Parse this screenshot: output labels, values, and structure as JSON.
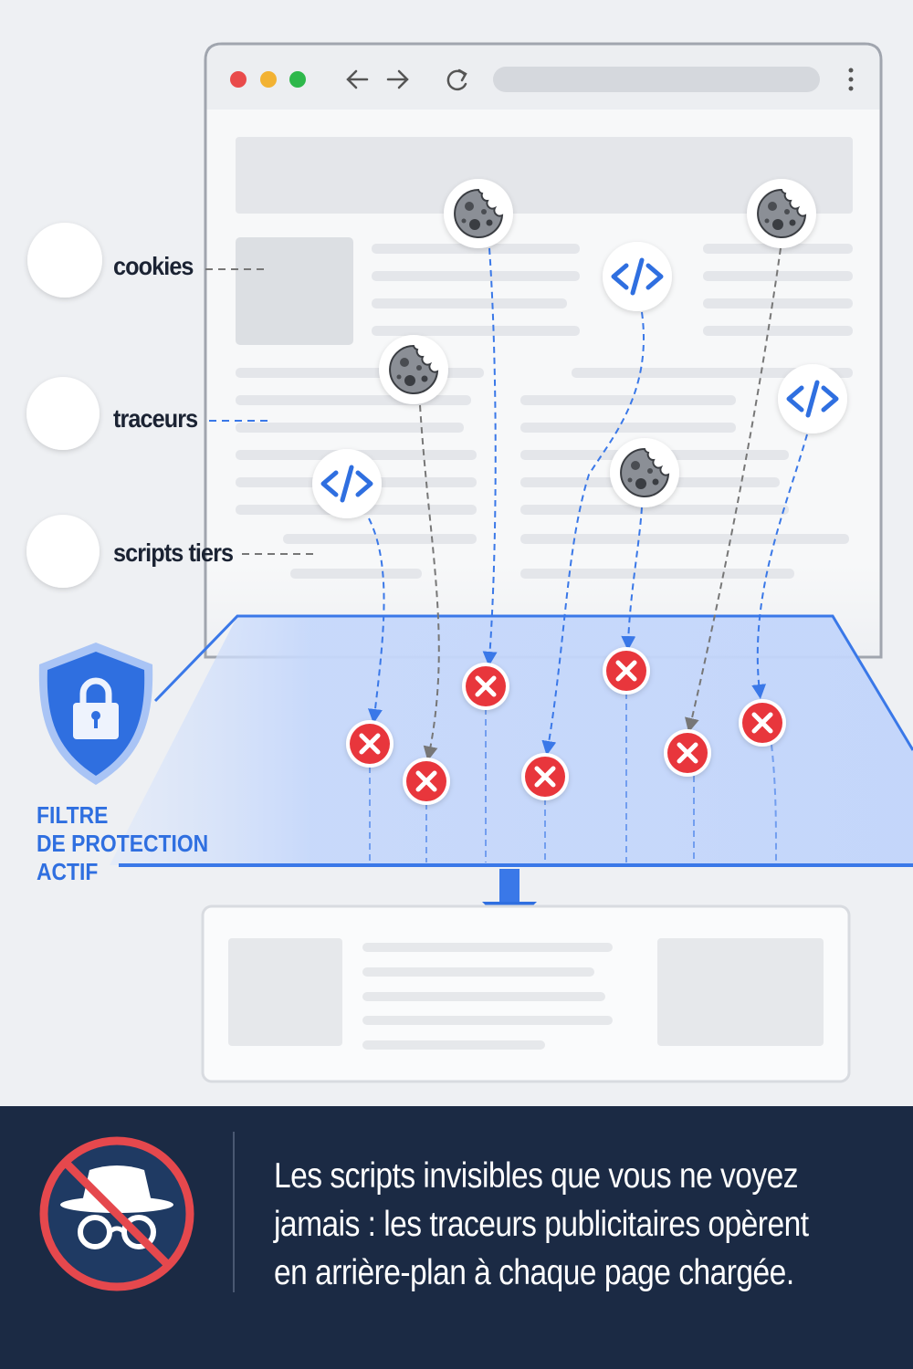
{
  "legend": [
    {
      "icon": "cookie-icon",
      "label": "cookies"
    },
    {
      "icon": "code-icon",
      "label": "traceurs"
    },
    {
      "icon": "code-icon",
      "label": "scripts tiers"
    }
  ],
  "filter": {
    "icon": "shield-lock-icon",
    "label_lines": [
      "FILTRE",
      "DE PROTECTION",
      "ACTIF"
    ]
  },
  "browser": {
    "controls": [
      "close",
      "minimize",
      "maximize"
    ],
    "nav_icons": [
      "back-arrow-icon",
      "forward-arrow-icon",
      "reload-icon",
      "kebab-menu-icon"
    ]
  },
  "caption": {
    "icon": "incognito-blocked-icon",
    "lines": [
      "Les scripts invisibles que vous ne voyez",
      "jamais : les traceurs publicitaires opèrent",
      "en arrière-plan à chaque page chargée."
    ]
  },
  "colors": {
    "accent": "#2f6fe0",
    "blocked": "#e8363c",
    "banner": "#1b2a44",
    "filter_fill": "#c9dafc"
  }
}
